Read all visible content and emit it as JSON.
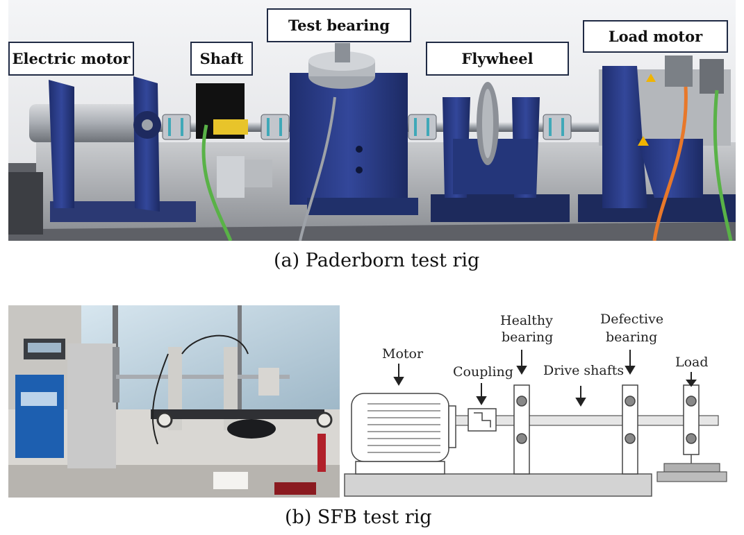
{
  "panel_a": {
    "callouts": {
      "electric_motor": "Electric motor",
      "shaft": "Shaft",
      "test_bearing": "Test bearing",
      "flywheel": "Flywheel",
      "load_motor": "Load motor"
    },
    "caption": "(a) Paderborn test rig"
  },
  "panel_b": {
    "schematic_labels": {
      "motor": "Motor",
      "coupling": "Coupling",
      "healthy_line1": "Healthy",
      "healthy_line2": "bearing",
      "drive_shafts": "Drive shafts",
      "defective_line1": "Defective",
      "defective_line2": "bearing",
      "load": "Load"
    },
    "caption": "(b) SFB test rig"
  },
  "colors": {
    "machine_blue": "#2a3c86",
    "bench_grey": "#b9bcc1",
    "cable_green": "#59b247",
    "cable_orange": "#e8782a",
    "drive_blue": "#1d5fb0"
  }
}
